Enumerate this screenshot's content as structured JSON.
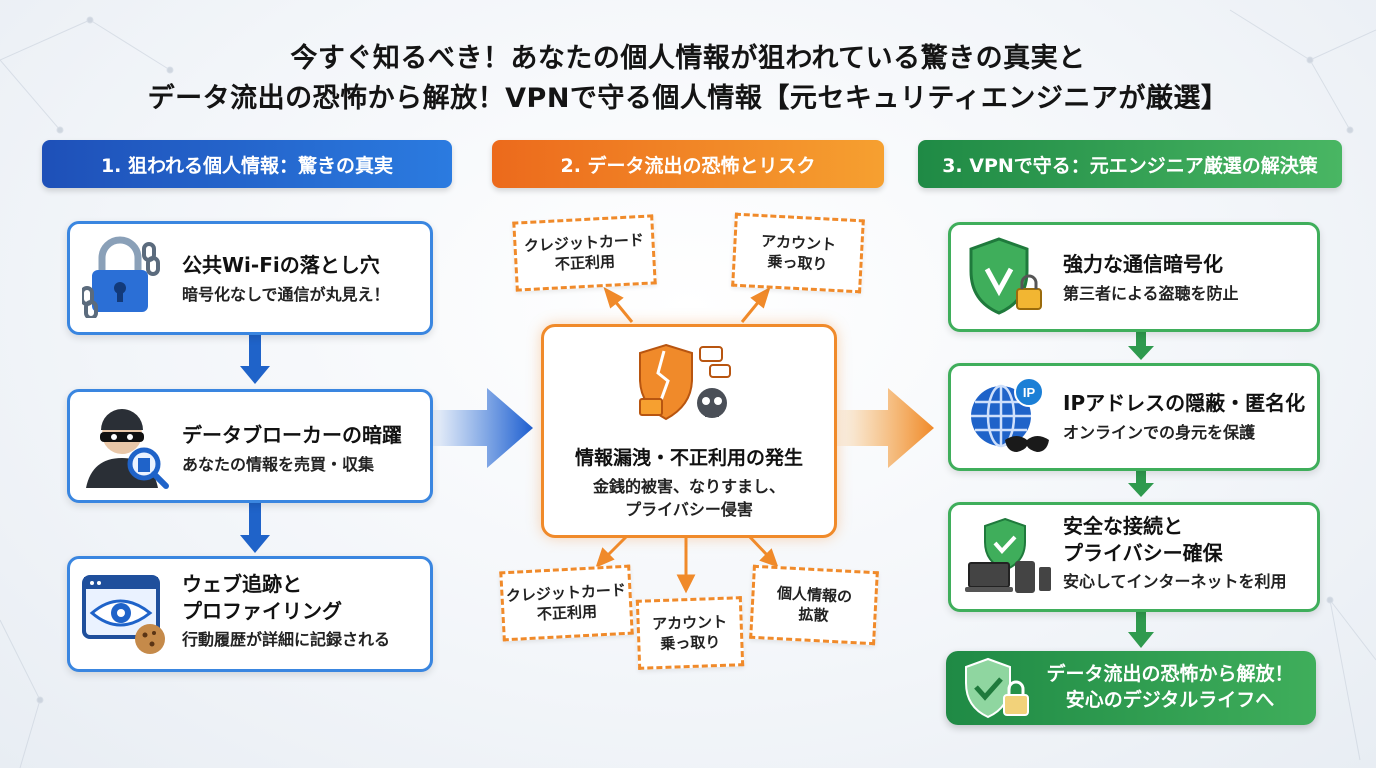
{
  "title": {
    "line1": "今すぐ知るべき！あなたの個人情報が狙われている驚きの真実と",
    "line2": "データ流出の恐怖から解放！VPNで守る個人情報【元セキュリティエンジニアが厳選】"
  },
  "columns": [
    {
      "header": "1. 狙われる個人情報：驚きの真実",
      "color": "#2b6fd6",
      "items": [
        {
          "title": "公共Wi-Fiの落とし穴",
          "desc": "暗号化なしで通信が丸見え！",
          "icon": "chained-padlock-icon"
        },
        {
          "title": "データブローカーの暗躍",
          "desc": "あなたの情報を売買・収集",
          "icon": "masked-thief-icon"
        },
        {
          "title_line1": "ウェブ追跡と",
          "title_line2": "プロファイリング",
          "desc": "行動履歴が詳細に記録される",
          "icon": "browser-eye-cookie-icon"
        }
      ]
    },
    {
      "header": "2. データ流出の恐怖とリスク",
      "color": "#f08a2a",
      "center": {
        "title": "情報漏洩・不正利用の発生",
        "desc_line1": "金銭的被害、なりすまし、",
        "desc_line2": "プライバシー侵害",
        "icon": "broken-shield-skull-icon"
      },
      "risks": [
        {
          "line1": "クレジットカード",
          "line2": "不正利用"
        },
        {
          "line1": "アカウント",
          "line2": "乗っ取り"
        },
        {
          "line1": "クレジットカード",
          "line2": "不正利用"
        },
        {
          "line1": "アカウント",
          "line2": "乗っ取り"
        },
        {
          "line1": "個人情報の",
          "line2": "拡散"
        }
      ]
    },
    {
      "header": "3. VPNで守る：元エンジニア厳選の解決策",
      "color": "#3fae5b",
      "items": [
        {
          "title": "強力な通信暗号化",
          "desc": "第三者による盗聴を防止",
          "icon": "shield-lock-icon"
        },
        {
          "title": "IPアドレスの隠蔽・匿名化",
          "desc": "オンラインでの身元を保護",
          "icon": "globe-ip-mask-icon"
        },
        {
          "title_line1": "安全な接続と",
          "title_line2": "プライバシー確保",
          "desc": "安心してインターネットを利用",
          "icon": "devices-shield-icon"
        }
      ],
      "final": {
        "line1": "データ流出の恐怖から解放！",
        "line2": "安心のデジタルライフへ",
        "icon": "check-shield-lock-icon"
      }
    }
  ]
}
